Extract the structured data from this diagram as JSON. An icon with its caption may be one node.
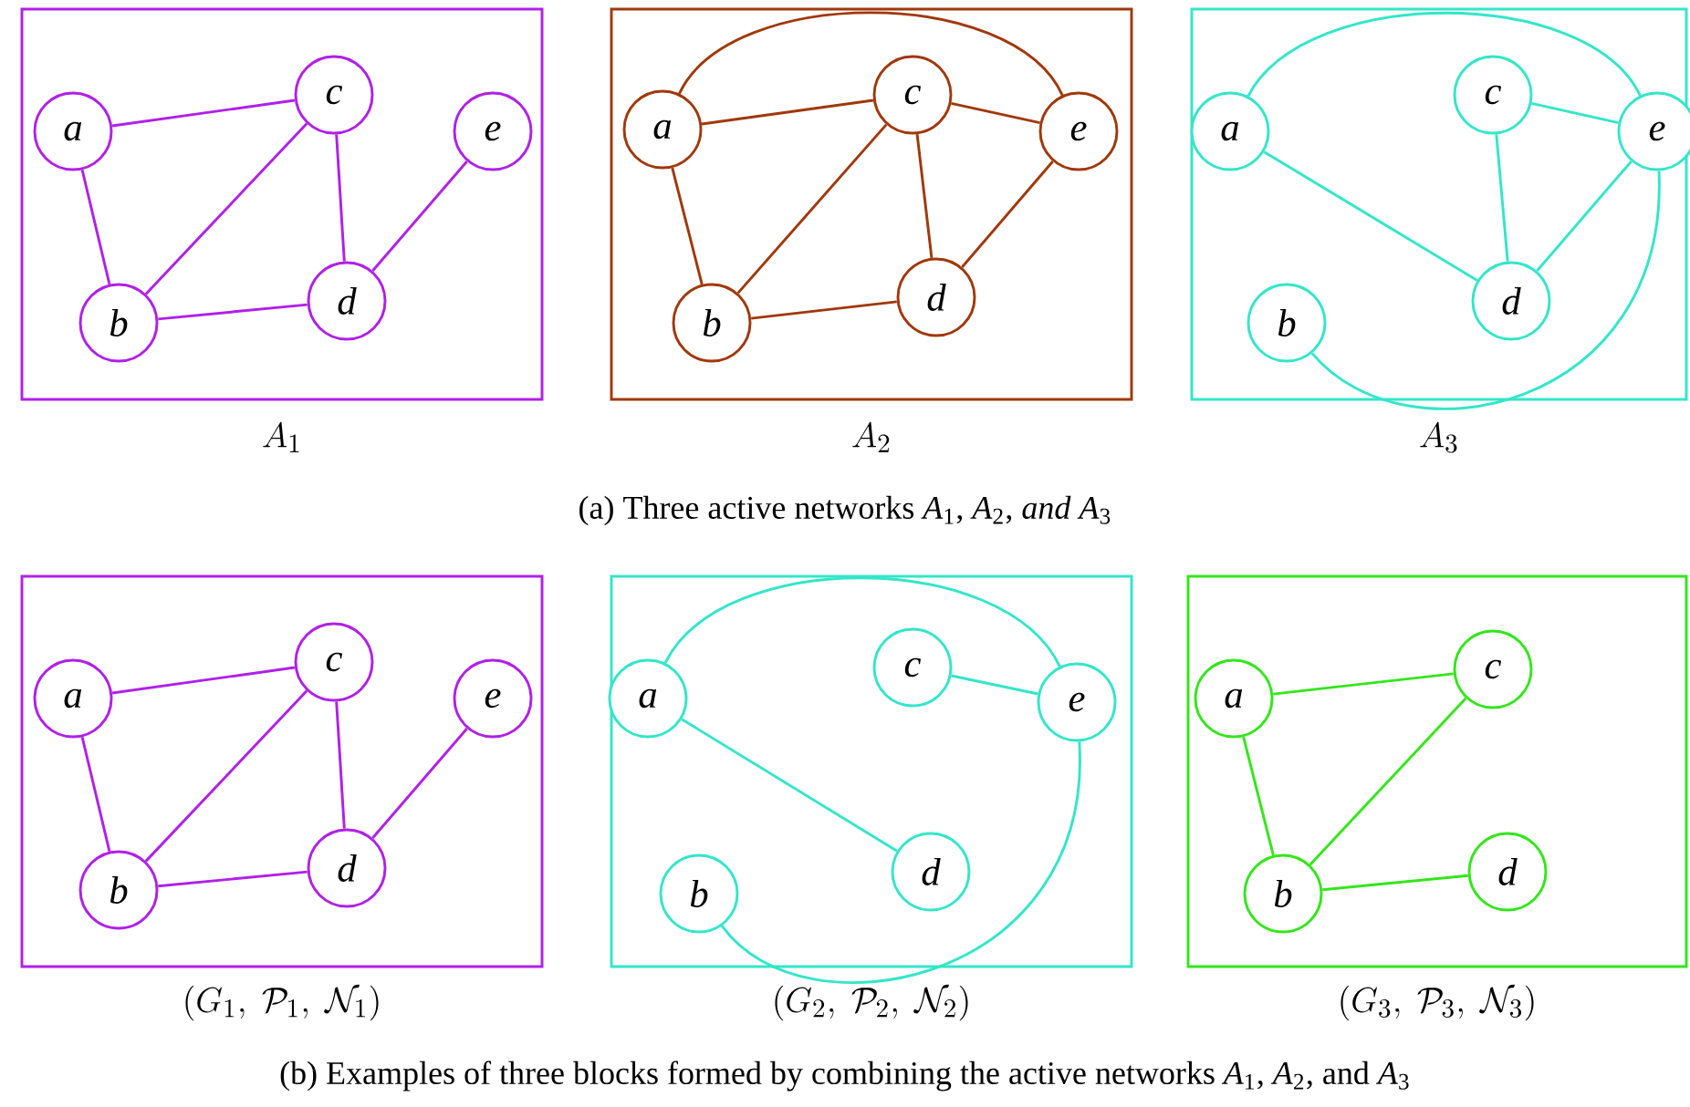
{
  "diagram": {
    "nodes": [
      {
        "text": [
          "A_1"
        ]
      },
      {
        "text": [
          "a"
        ],
        "in": 0
      },
      {
        "text": [
          "b"
        ],
        "in": 0
      },
      {
        "text": [
          "c"
        ],
        "in": 0
      },
      {
        "text": [
          "d"
        ],
        "in": 0
      },
      {
        "text": [
          "e"
        ],
        "in": 0
      },
      {
        "text": [
          "A_2"
        ]
      },
      {
        "text": [
          "a"
        ],
        "in": 6
      },
      {
        "text": [
          "b"
        ],
        "in": 6
      },
      {
        "text": [
          "c"
        ],
        "in": 6
      },
      {
        "text": [
          "d"
        ],
        "in": 6
      },
      {
        "text": [
          "e"
        ],
        "in": 6
      },
      {
        "text": [
          "A_3"
        ]
      },
      {
        "text": [
          "a"
        ],
        "in": 12
      },
      {
        "text": [
          "b"
        ],
        "in": 12
      },
      {
        "text": [
          "c"
        ],
        "in": 12
      },
      {
        "text": [
          "d"
        ],
        "in": 12
      },
      {
        "text": [
          "e"
        ],
        "in": 12
      },
      {
        "text": [
          "(G_1,\\ \\mathcal{P}_1,\\ \\mathcal{N}_1)"
        ]
      },
      {
        "text": [
          "a"
        ],
        "in": 18
      },
      {
        "text": [
          "b"
        ],
        "in": 18
      },
      {
        "text": [
          "c"
        ],
        "in": 18
      },
      {
        "text": [
          "d"
        ],
        "in": 18
      },
      {
        "text": [
          "e"
        ],
        "in": 18
      },
      {
        "text": [
          "(G_2,\\ \\mathcal{P}_2,\\ \\mathcal{N}_2)"
        ]
      },
      {
        "text": [
          "a"
        ],
        "in": 24
      },
      {
        "text": [
          "b"
        ],
        "in": 24
      },
      {
        "text": [
          "c"
        ],
        "in": 24
      },
      {
        "text": [
          "d"
        ],
        "in": 24
      },
      {
        "text": [
          "e"
        ],
        "in": 24
      },
      {
        "text": [
          "(G_3,\\ \\mathcal{P}_3,\\ \\mathcal{N}_3)"
        ]
      },
      {
        "text": [
          "a"
        ],
        "in": 30
      },
      {
        "text": [
          "b"
        ],
        "in": 30
      },
      {
        "text": [
          "c"
        ],
        "in": 30
      },
      {
        "text": [
          "d"
        ],
        "in": 30
      }
    ],
    "edges": [
      {
        "from": 1,
        "to": 3,
        "arrow": "none",
        "color": "#b020e8"
      },
      {
        "from": 1,
        "to": 2,
        "arrow": "none",
        "color": "#b020e8"
      },
      {
        "from": 2,
        "to": 3,
        "arrow": "none",
        "color": "#b020e8"
      },
      {
        "from": 2,
        "to": 4,
        "arrow": "none",
        "color": "#b020e8"
      },
      {
        "from": 3,
        "to": 4,
        "arrow": "none",
        "color": "#b020e8"
      },
      {
        "from": 4,
        "to": 5,
        "arrow": "none",
        "color": "#b020e8"
      },
      {
        "from": 7,
        "to": 9,
        "arrow": "none",
        "color": "#a0380b"
      },
      {
        "from": 7,
        "to": 8,
        "arrow": "none",
        "color": "#a0380b"
      },
      {
        "from": 8,
        "to": 9,
        "arrow": "none",
        "color": "#a0380b"
      },
      {
        "from": 8,
        "to": 10,
        "arrow": "none",
        "color": "#a0380b"
      },
      {
        "from": 9,
        "to": 10,
        "arrow": "none",
        "color": "#a0380b"
      },
      {
        "from": 10,
        "to": 11,
        "arrow": "none",
        "color": "#a0380b"
      },
      {
        "from": 9,
        "to": 11,
        "arrow": "none",
        "color": "#a0380b"
      },
      {
        "from": 7,
        "to": 11,
        "arrow": "none",
        "color": "#a0380b"
      },
      {
        "from": 13,
        "to": 17,
        "arrow": "none",
        "color": "#33e6c8"
      },
      {
        "from": 13,
        "to": 16,
        "arrow": "none",
        "color": "#33e6c8"
      },
      {
        "from": 15,
        "to": 16,
        "arrow": "none",
        "color": "#33e6c8"
      },
      {
        "from": 15,
        "to": 17,
        "arrow": "none",
        "color": "#33e6c8"
      },
      {
        "from": 16,
        "to": 17,
        "arrow": "none",
        "color": "#33e6c8"
      },
      {
        "from": 14,
        "to": 17,
        "arrow": "none",
        "color": "#33e6c8"
      },
      {
        "from": 19,
        "to": 21,
        "arrow": "none",
        "color": "#b020e8"
      },
      {
        "from": 19,
        "to": 20,
        "arrow": "none",
        "color": "#b020e8"
      },
      {
        "from": 20,
        "to": 21,
        "arrow": "none",
        "color": "#b020e8"
      },
      {
        "from": 20,
        "to": 22,
        "arrow": "none",
        "color": "#b020e8"
      },
      {
        "from": 21,
        "to": 22,
        "arrow": "none",
        "color": "#b020e8"
      },
      {
        "from": 22,
        "to": 23,
        "arrow": "none",
        "color": "#b020e8"
      },
      {
        "from": 25,
        "to": 29,
        "arrow": "none",
        "color": "#33e6c8"
      },
      {
        "from": 27,
        "to": 29,
        "arrow": "none",
        "color": "#33e6c8"
      },
      {
        "from": 25,
        "to": 28,
        "arrow": "none",
        "color": "#33e6c8"
      },
      {
        "from": 26,
        "to": 29,
        "arrow": "none",
        "color": "#33e6c8"
      },
      {
        "from": 31,
        "to": 33,
        "arrow": "none",
        "color": "#33e61a"
      },
      {
        "from": 31,
        "to": 32,
        "arrow": "none",
        "color": "#33e61a"
      },
      {
        "from": 32,
        "to": 33,
        "arrow": "none",
        "color": "#33e61a"
      },
      {
        "from": 32,
        "to": 34,
        "arrow": "none",
        "color": "#33e61a"
      }
    ],
    "labels": [
      "(a) Three active networks *A*$_{1}$, *A*$_{2}$, *and* *A*$_{3}$",
      "(b) Examples of three blocks formed by combining the active networks *A*$_{1}$, *A*$_{2}$, and *A*$_{3}$"
    ]
  }
}
